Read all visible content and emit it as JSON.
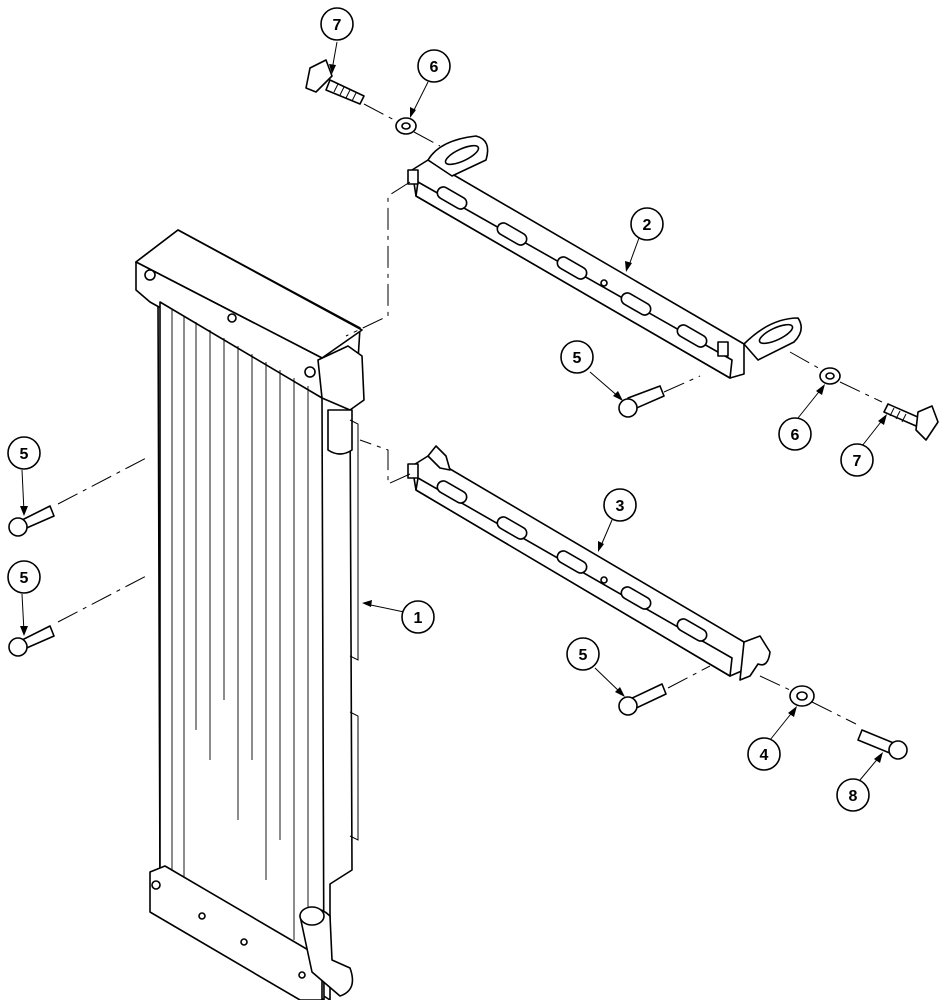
{
  "callouts": [
    {
      "id": "c1",
      "label": "1"
    },
    {
      "id": "c2",
      "label": "2"
    },
    {
      "id": "c3",
      "label": "3"
    },
    {
      "id": "c4",
      "label": "4"
    },
    {
      "id": "c5a",
      "label": "5"
    },
    {
      "id": "c5b",
      "label": "5"
    },
    {
      "id": "c5c",
      "label": "5"
    },
    {
      "id": "c5d",
      "label": "5"
    },
    {
      "id": "c6a",
      "label": "6"
    },
    {
      "id": "c6b",
      "label": "6"
    },
    {
      "id": "c7a",
      "label": "7"
    },
    {
      "id": "c7b",
      "label": "7"
    },
    {
      "id": "c8",
      "label": "8"
    }
  ]
}
